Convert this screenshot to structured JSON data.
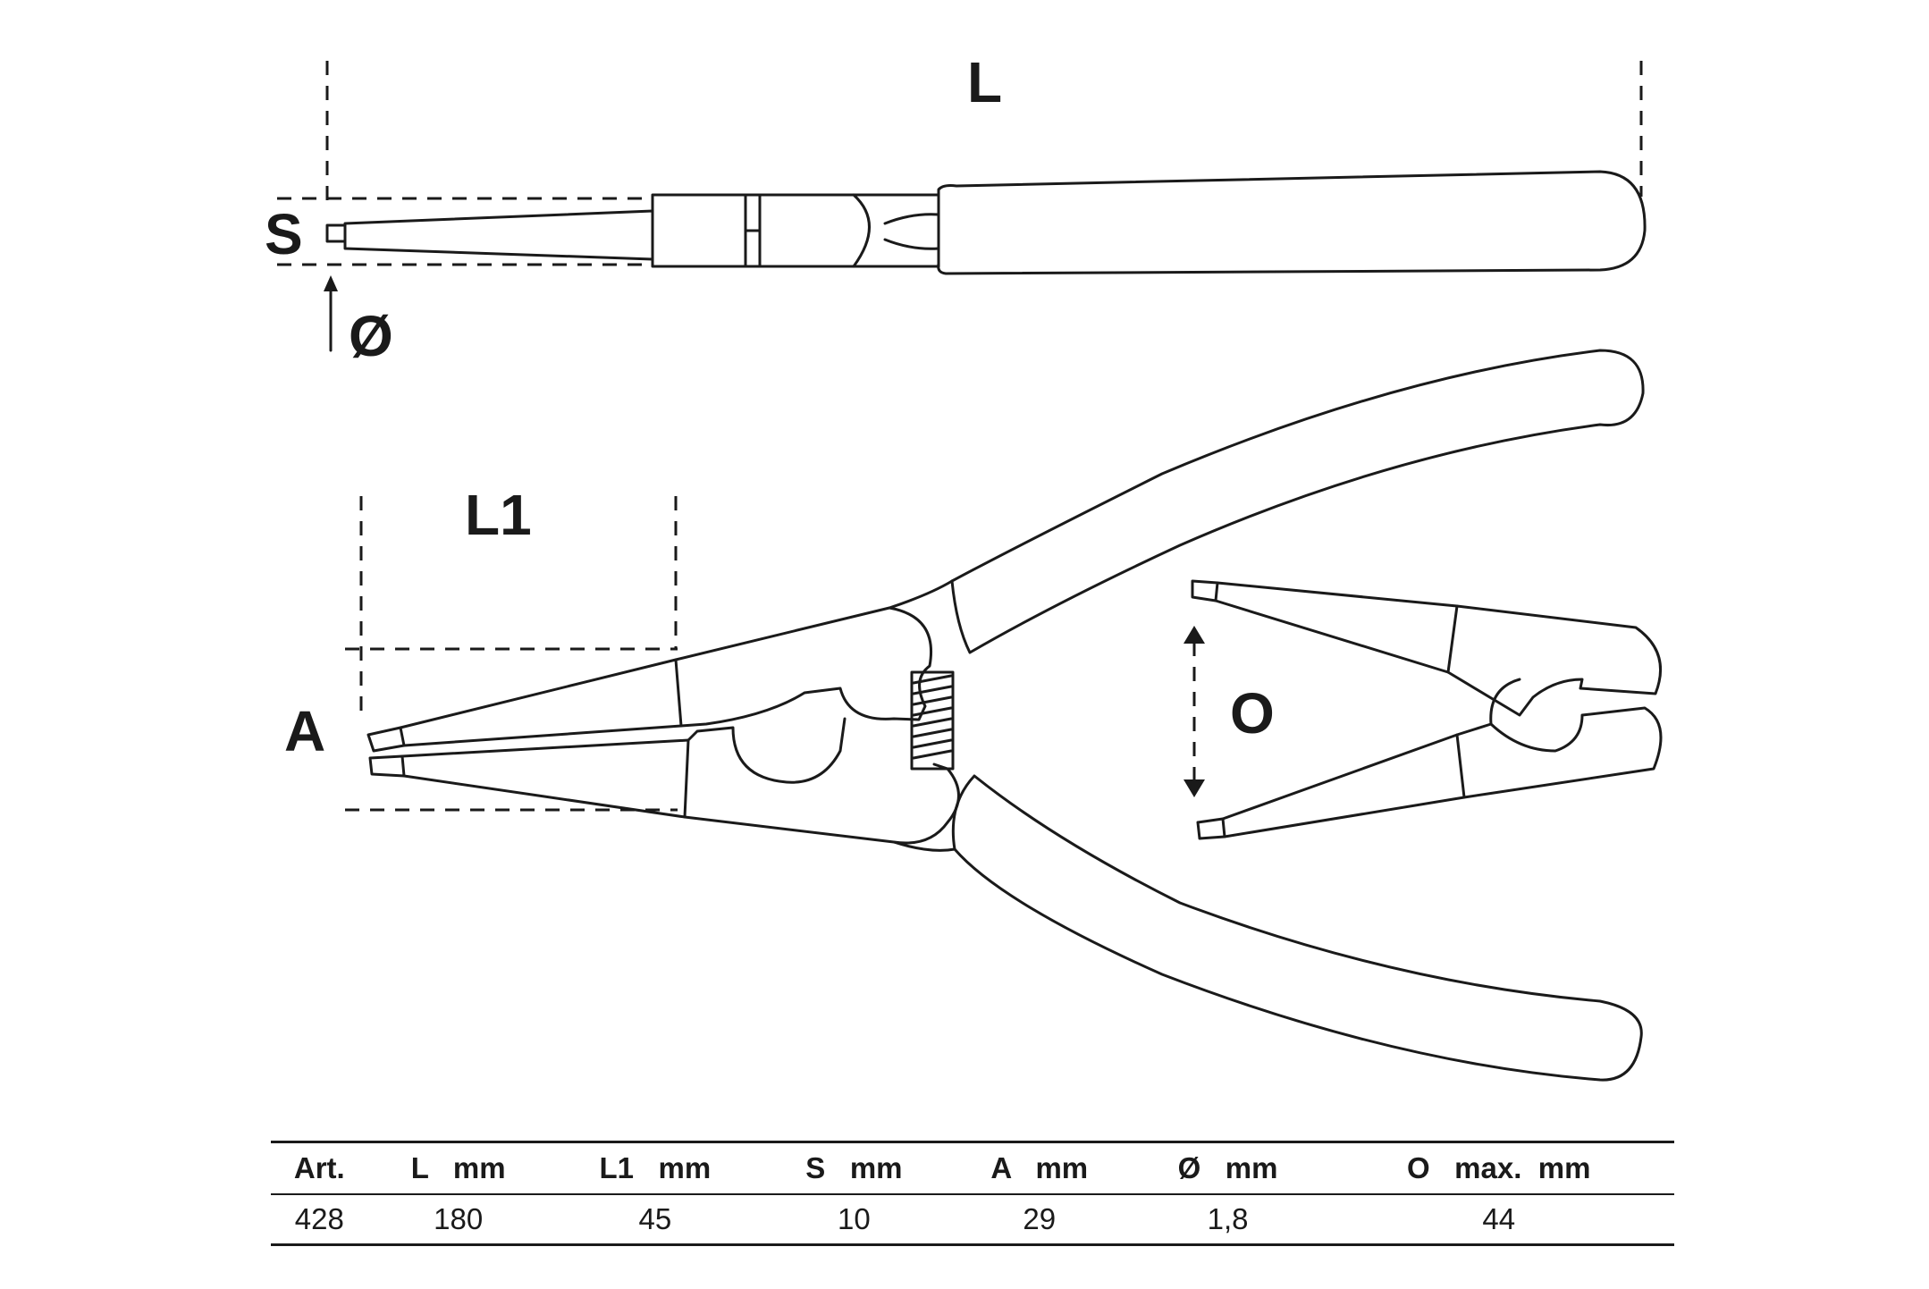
{
  "dimension_labels": {
    "length": "L",
    "thickness": "S",
    "diameter": "Ø",
    "jaw_length": "L1",
    "jaw_height": "A",
    "opening": "O"
  },
  "spec_table": {
    "headers": [
      "Art.",
      "L   mm",
      "L1   mm",
      "S   mm",
      "A   mm",
      "Ø   mm",
      "O   max.  mm"
    ],
    "rows": [
      [
        "428",
        "180",
        "45",
        "10",
        "29",
        "1,8",
        "44"
      ]
    ]
  }
}
